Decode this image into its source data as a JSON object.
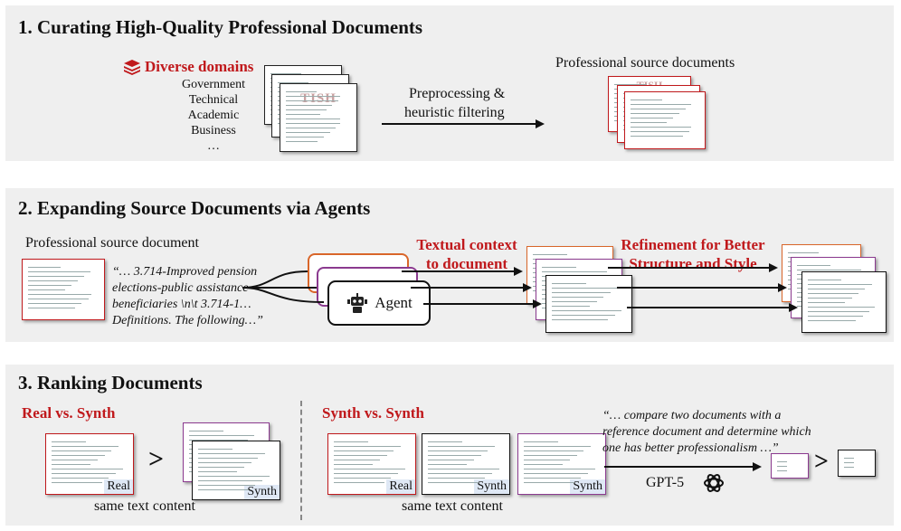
{
  "section1": {
    "title": "1. Curating High-Quality Professional Documents",
    "domains_header": "Diverse domains",
    "domains": [
      "Government",
      "Technical",
      "Academic",
      "Business",
      "…"
    ],
    "doc_logo": "TISH",
    "arrow_label_line1": "Preprocessing &",
    "arrow_label_line2": "heuristic filtering",
    "output_label": "Professional source documents"
  },
  "section2": {
    "title": "2. Expanding Source Documents via Agents",
    "source_label": "Professional source document",
    "quote_lines": [
      "“… 3.714-Improved pension",
      "elections-public assistance",
      "beneficiaries \\n\\t 3.714-1…",
      "Definitions. The following…”"
    ],
    "agent_label": "Agent",
    "step1_line1": "Textual context",
    "step1_line2": "to document",
    "step2_line1": "Refinement for Better",
    "step2_line2": "Structure and Style"
  },
  "section3": {
    "title": "3. Ranking Documents",
    "left_heading": "Real vs. Synth",
    "right_heading": "Synth vs. Synth",
    "tag_real": "Real",
    "tag_synth": "Synth",
    "gt_symbol": ">",
    "same_text": "same text content",
    "prompt_lines": [
      "“… compare two documents with a",
      "reference document and determine which",
      "one has better professionalism …”"
    ],
    "model_label": "GPT-5"
  },
  "colors": {
    "red": "#c0191c",
    "orange": "#d9662a",
    "purple": "#8b3a8f",
    "panel_bg": "#efefef"
  }
}
